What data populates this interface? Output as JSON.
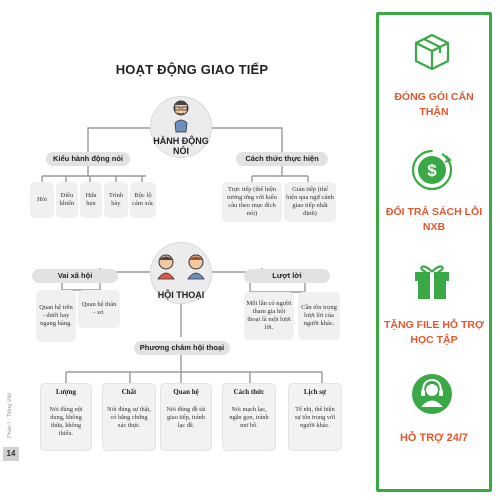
{
  "page_title": "HOẠT ĐỘNG GIAO TIẾP",
  "speech_act": {
    "center": "HÀNH ĐỘNG NÓI",
    "left_branch": "Kiểu hành động nói",
    "right_branch": "Cách thức thực hiện",
    "types": [
      "Hỏi",
      "Điều khiển",
      "Hứa hẹn",
      "Trình bày",
      "Bộc lộ cảm xúc"
    ],
    "methods": [
      "Trực tiếp (thể hiện tương ứng với kiểu câu theo mục đích nói)",
      "Gián tiếp (thể hiện qua ngữ cảnh giao tiếp nhất định)"
    ]
  },
  "dialogue": {
    "center": "HỘI THOẠI",
    "left_branch": "Vai xã hội",
    "right_branch": "Lượt lời",
    "roles": [
      "Quan hệ trên - dưới hay ngang hàng.",
      "Quan hệ thân - sơ."
    ],
    "turns": [
      "Mỗi lần có người tham gia hội thoại là một lượt lời.",
      "Cần tôn trọng lượt lời của người khác."
    ],
    "principles_label": "Phương châm hội thoại",
    "principles": [
      {
        "title": "Lượng",
        "body": "Nói đúng nội dung, không thừa, không thiếu."
      },
      {
        "title": "Chất",
        "body": "Nói đúng sự thật, có bằng chứng xác thực."
      },
      {
        "title": "Quan hệ",
        "body": "Nói đúng đề tài giao tiếp, tránh lạc đề."
      },
      {
        "title": "Cách thức",
        "body": "Nói mạch lạc, ngắn gọn, tránh mơ hồ."
      },
      {
        "title": "Lịch sự",
        "body": "Tế nhị, thể hiện sự tôn trọng với người khác."
      }
    ]
  },
  "page_number": "14",
  "side_text": "Phần I - Tiếng Việt",
  "sidebar": {
    "accent": "#3aa845",
    "label_color": "#e4572e",
    "items": [
      {
        "icon": "package-box-icon",
        "label": "ĐÓNG GÓI CẨN THẬN"
      },
      {
        "icon": "refund-dollar-icon",
        "label": "ĐỔI TRẢ SÁCH LỖI NXB"
      },
      {
        "icon": "gift-icon",
        "label": "TẶNG FILE HỖ TRỢ HỌC TẬP"
      },
      {
        "icon": "headset-support-icon",
        "label": "HỖ TRỢ 24/7"
      }
    ]
  }
}
